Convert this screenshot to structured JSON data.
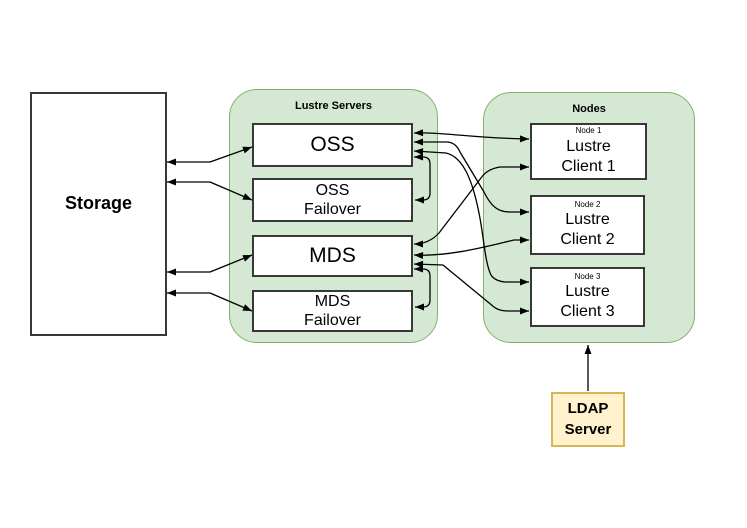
{
  "diagram": {
    "storage": {
      "label": "Storage"
    },
    "lustre_servers": {
      "title": "Lustre Servers",
      "boxes": [
        {
          "label": "OSS"
        },
        {
          "label": "OSS",
          "sub": "Failover"
        },
        {
          "label": "MDS"
        },
        {
          "label": "MDS",
          "sub": "Failover"
        }
      ]
    },
    "nodes": {
      "title": "Nodes",
      "clients": [
        {
          "tag": "Node 1",
          "line1": "Lustre",
          "line2": "Client 1"
        },
        {
          "tag": "Node 2",
          "line1": "Lustre",
          "line2": "Client 2"
        },
        {
          "tag": "Node 3",
          "line1": "Lustre",
          "line2": "Client 3"
        }
      ]
    },
    "ldap": {
      "line1": "LDAP",
      "line2": "Server"
    },
    "colors": {
      "container_fill": "#D5E8D4",
      "container_border": "#82B366",
      "box_fill": "#FFFFFF",
      "box_border": "#383838",
      "ldap_fill": "#FFF2CC",
      "ldap_border": "#D6B656",
      "arrow": "#000000"
    }
  }
}
